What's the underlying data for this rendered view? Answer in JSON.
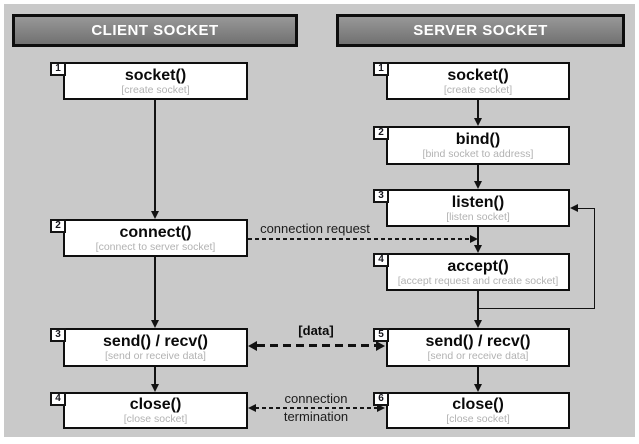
{
  "headers": {
    "client": "CLIENT SOCKET",
    "server": "SERVER SOCKET"
  },
  "client_steps": [
    {
      "num": "1",
      "title": "socket()",
      "subtitle": "[create socket]"
    },
    {
      "num": "2",
      "title": "connect()",
      "subtitle": "[connect to server socket]"
    },
    {
      "num": "3",
      "title": "send() / recv()",
      "subtitle": "[send or receive data]"
    },
    {
      "num": "4",
      "title": "close()",
      "subtitle": "[close socket]"
    }
  ],
  "server_steps": [
    {
      "num": "1",
      "title": "socket()",
      "subtitle": "[create socket]"
    },
    {
      "num": "2",
      "title": "bind()",
      "subtitle": "[bind socket to address]"
    },
    {
      "num": "3",
      "title": "listen()",
      "subtitle": "[listen socket]"
    },
    {
      "num": "4",
      "title": "accept()",
      "subtitle": "[accept request and create socket]"
    },
    {
      "num": "5",
      "title": "send() / recv()",
      "subtitle": "[send or receive data]"
    },
    {
      "num": "6",
      "title": "close()",
      "subtitle": "[close socket]"
    }
  ],
  "labels": {
    "connection_request": "connection request",
    "data": "[data]",
    "termination_line1": "connection",
    "termination_line2": "termination"
  },
  "colors": {
    "background": "#c9c9c9",
    "header_gradient_top": "#989898",
    "header_gradient_bottom": "#717171",
    "box_border": "#0e0e0e",
    "subtitle_text": "#b2b2b2"
  }
}
